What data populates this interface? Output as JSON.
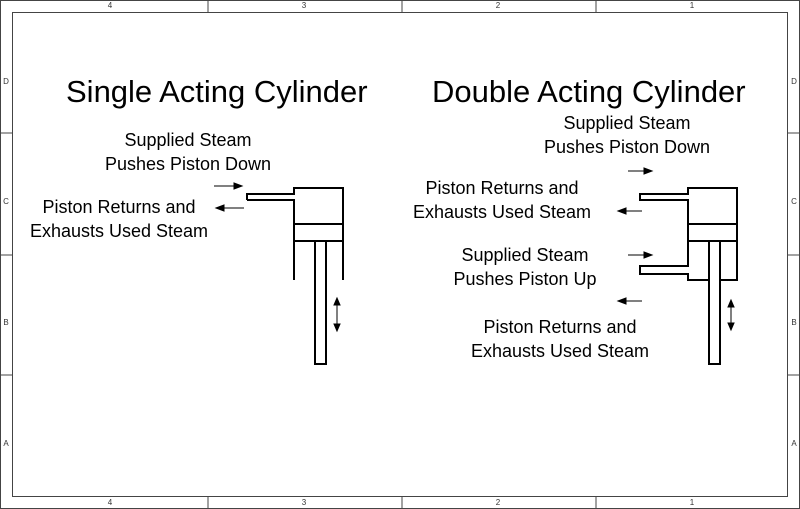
{
  "frame": {
    "top_zones": [
      "4",
      "3",
      "2",
      "1"
    ],
    "bottom_zones": [
      "4",
      "3",
      "2",
      "1"
    ],
    "left_zones": [
      "D",
      "C",
      "B",
      "A"
    ],
    "right_zones": [
      "D",
      "C",
      "B",
      "A"
    ]
  },
  "single": {
    "title": "Single Acting Cylinder",
    "supply_label": [
      "Supplied Steam",
      "Pushes Piston Down"
    ],
    "return_label": [
      "Piston Returns and",
      "Exhausts Used Steam"
    ]
  },
  "double": {
    "title": "Double Acting Cylinder",
    "top_supply_label": [
      "Supplied Steam",
      "Pushes Piston Down"
    ],
    "top_return_label": [
      "Piston Returns and",
      "Exhausts Used Steam"
    ],
    "bottom_supply_label": [
      "Supplied Steam",
      "Pushes Piston Up"
    ],
    "bottom_return_label": [
      "Piston Returns and",
      "Exhausts Used Steam"
    ]
  }
}
